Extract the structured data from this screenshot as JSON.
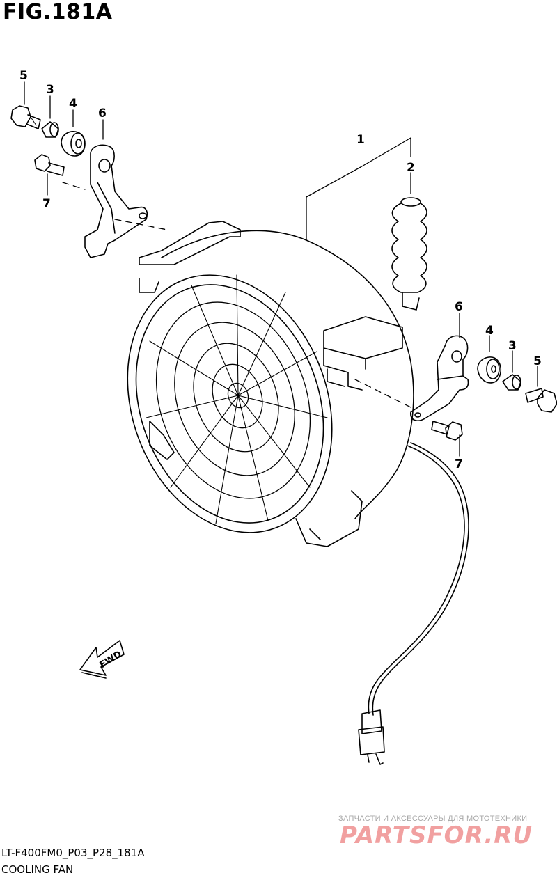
{
  "figure": {
    "title": "FIG.181A",
    "drawing_code": "LT-F400FM0_P03_P28_181A",
    "name": "COOLING FAN",
    "fwd_label": "FWD"
  },
  "callouts": [
    "1",
    "2",
    "3",
    "4",
    "5",
    "6",
    "7"
  ],
  "watermark": {
    "tagline": "ЗАПЧАСТИ И АКСЕССУАРЫ ДЛЯ МОТОТЕХНИКИ",
    "logo": "PARTSFOR.RU"
  }
}
